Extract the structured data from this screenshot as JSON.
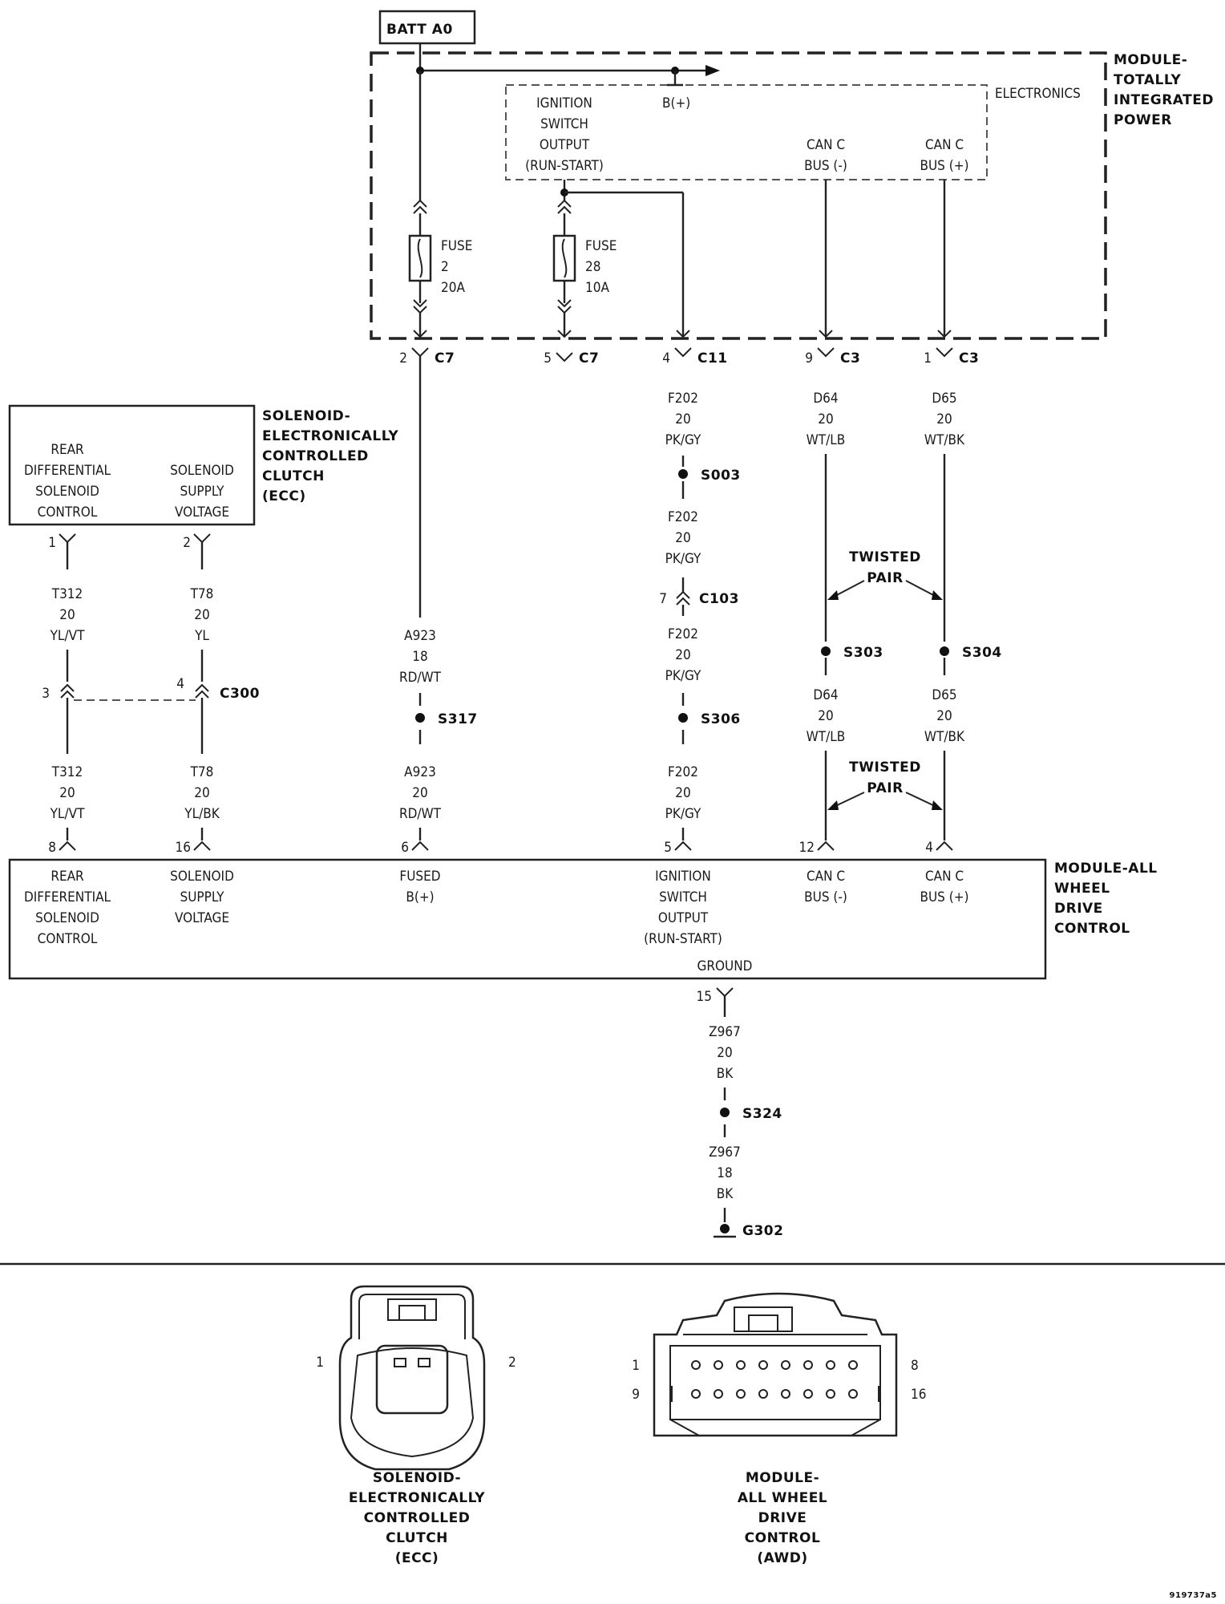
{
  "battery": {
    "label": "BATT A0"
  },
  "tipm": {
    "name": [
      "MODULE-",
      "TOTALLY",
      "INTEGRATED",
      "POWER"
    ],
    "electronics_label": "ELECTRONICS",
    "b_plus": "B(+)",
    "ignition_output": [
      "IGNITION",
      "SWITCH",
      "OUTPUT",
      "(RUN-START)"
    ],
    "can_minus": [
      "CAN C",
      "BUS (-)"
    ],
    "can_plus": [
      "CAN C",
      "BUS (+)"
    ],
    "fuse2": [
      "FUSE",
      "2",
      "20A"
    ],
    "fuse28": [
      "FUSE",
      "28",
      "10A"
    ]
  },
  "tipm_connectors": [
    {
      "pin": "2",
      "name": "C7"
    },
    {
      "pin": "5",
      "name": "C7"
    },
    {
      "pin": "4",
      "name": "C11"
    },
    {
      "pin": "9",
      "name": "C3"
    },
    {
      "pin": "1",
      "name": "C3"
    }
  ],
  "ecc": {
    "name": [
      "SOLENOID-",
      "ELECTRONICALLY",
      "CONTROLLED",
      "CLUTCH",
      "(ECC)"
    ],
    "pin1_func": [
      "REAR",
      "DIFFERENTIAL",
      "SOLENOID",
      "CONTROL"
    ],
    "pin2_func": [
      "SOLENOID",
      "SUPPLY",
      "VOLTAGE"
    ],
    "pin1": "1",
    "pin2": "2"
  },
  "wires": {
    "t312_top": [
      "T312",
      "20",
      "YL/VT"
    ],
    "t78_top": [
      "T78",
      "20",
      "YL"
    ],
    "t312_bottom": [
      "T312",
      "20",
      "YL/VT"
    ],
    "t78_bottom": [
      "T78",
      "20",
      "YL/BK"
    ],
    "a923_top": [
      "A923",
      "18",
      "RD/WT"
    ],
    "a923_bottom": [
      "A923",
      "20",
      "RD/WT"
    ],
    "f202_1": [
      "F202",
      "20",
      "PK/GY"
    ],
    "f202_2": [
      "F202",
      "20",
      "PK/GY"
    ],
    "f202_3": [
      "F202",
      "20",
      "PK/GY"
    ],
    "f202_4": [
      "F202",
      "20",
      "PK/GY"
    ],
    "d64_top": [
      "D64",
      "20",
      "WT/LB"
    ],
    "d64_bottom": [
      "D64",
      "20",
      "WT/LB"
    ],
    "d65_top": [
      "D65",
      "20",
      "WT/BK"
    ],
    "d65_bottom": [
      "D65",
      "20",
      "WT/BK"
    ],
    "z967_top": [
      "Z967",
      "20",
      "BK"
    ],
    "z967_bottom": [
      "Z967",
      "18",
      "BK"
    ]
  },
  "c300": {
    "name": "C300",
    "pin_left": "3",
    "pin_right": "4"
  },
  "c103": {
    "name": "C103",
    "pin": "7"
  },
  "splices": {
    "s003": "S003",
    "s317": "S317",
    "s306": "S306",
    "s303": "S303",
    "s304": "S304",
    "s324": "S324"
  },
  "ground": "G302",
  "twisted_pair": [
    "TWISTED",
    "PAIR"
  ],
  "awd": {
    "name": [
      "MODULE-ALL",
      "WHEEL",
      "DRIVE",
      "CONTROL"
    ],
    "pins": [
      "8",
      "16",
      "6",
      "5",
      "12",
      "4"
    ],
    "func_rear": [
      "REAR",
      "DIFFERENTIAL",
      "SOLENOID",
      "CONTROL"
    ],
    "func_solenoid": [
      "SOLENOID",
      "SUPPLY",
      "VOLTAGE"
    ],
    "func_fused": [
      "FUSED",
      "B(+)"
    ],
    "func_ign": [
      "IGNITION",
      "SWITCH",
      "OUTPUT",
      "(RUN-START)"
    ],
    "func_can_minus": [
      "CAN C",
      "BUS (-)"
    ],
    "func_can_plus": [
      "CAN C",
      "BUS (+)"
    ],
    "ground_label": "GROUND",
    "ground_pin": "15"
  },
  "connector_views": {
    "ecc_caption": [
      "SOLENOID-",
      "ELECTRONICALLY",
      "CONTROLLED",
      "CLUTCH",
      "(ECC)"
    ],
    "ecc_pin_left": "1",
    "ecc_pin_right": "2",
    "awd_caption": [
      "MODULE-",
      "ALL WHEEL",
      "DRIVE",
      "CONTROL",
      "(AWD)"
    ],
    "awd_pin_tl": "1",
    "awd_pin_bl": "9",
    "awd_pin_tr": "8",
    "awd_pin_br": "16"
  },
  "figure_id": "919737a5"
}
